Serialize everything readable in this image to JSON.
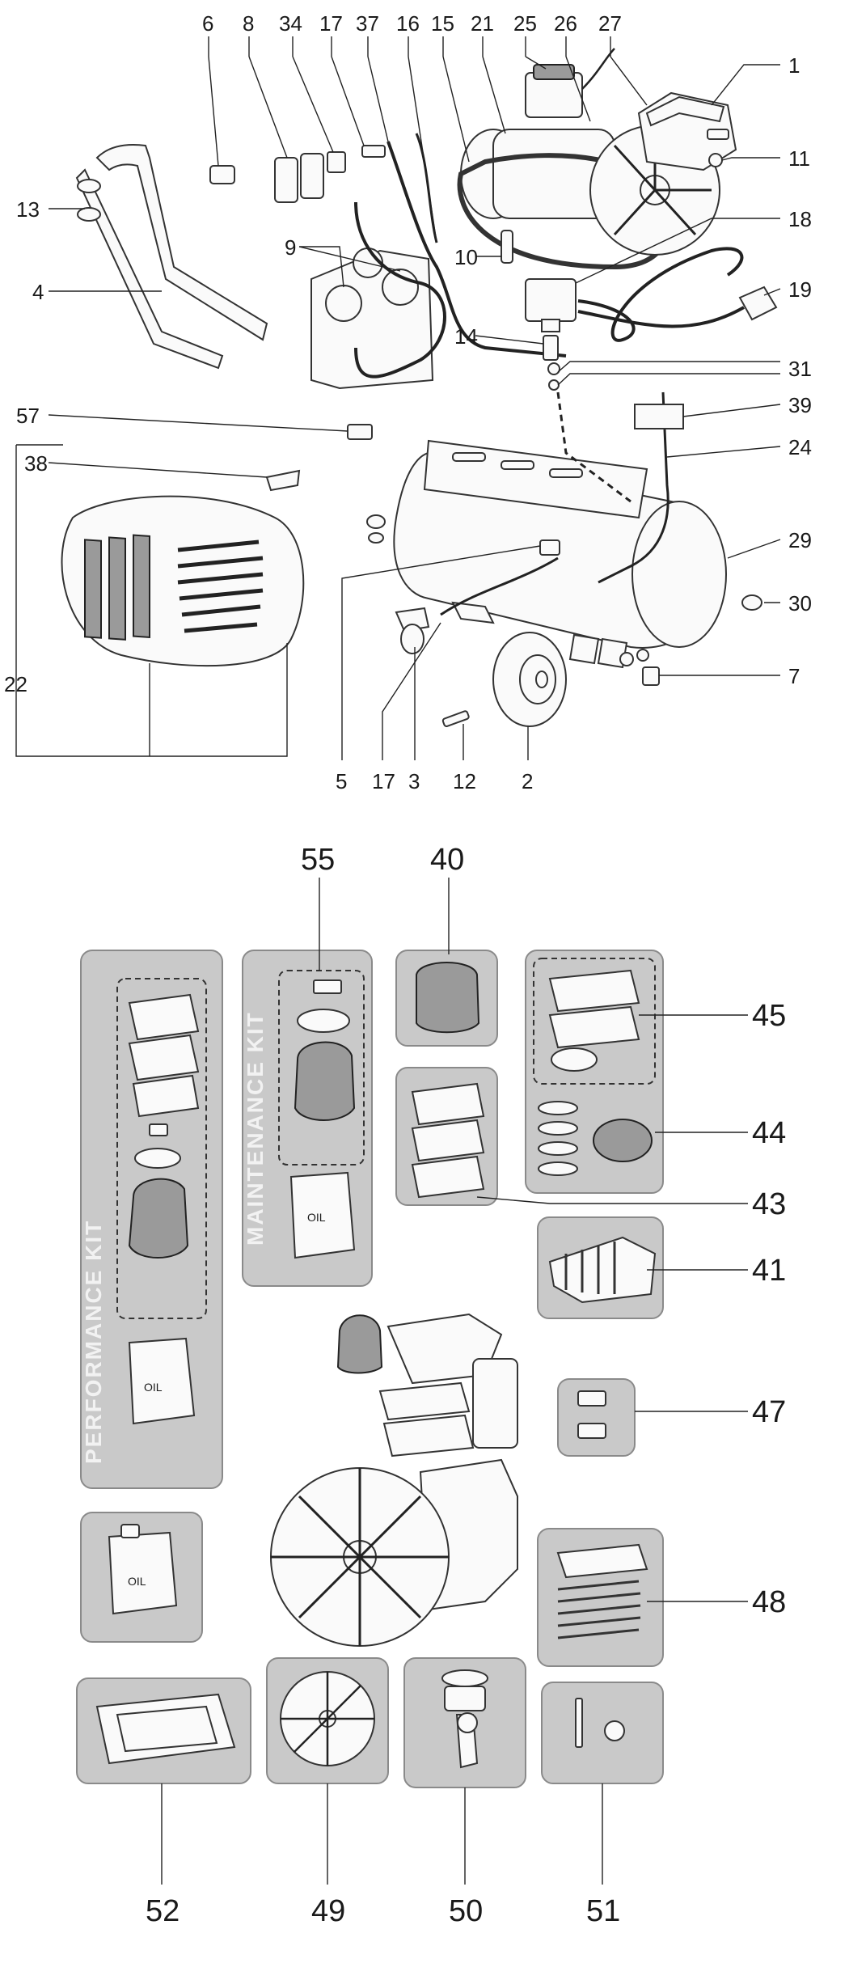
{
  "upper_callouts": {
    "top_row": [
      "6",
      "8",
      "34",
      "17",
      "37",
      "16",
      "15",
      "21",
      "25",
      "26",
      "27"
    ],
    "right_column": [
      "1",
      "11",
      "18",
      "19",
      "31",
      "39",
      "24",
      "29",
      "30",
      "7"
    ],
    "left_column": [
      "13",
      "4",
      "57",
      "38",
      "22"
    ],
    "inner": [
      "9",
      "10",
      "14"
    ],
    "bottom_row": [
      "5",
      "17",
      "3",
      "12",
      "2"
    ]
  },
  "lower_callouts": {
    "top": [
      "55",
      "40"
    ],
    "right": [
      "45",
      "44",
      "43",
      "41",
      "47",
      "48"
    ],
    "bottom": [
      "52",
      "49",
      "50",
      "51"
    ]
  },
  "kit_labels": {
    "performance": "PERFORMANCE KIT",
    "maintenance": "MAINTENANCE KIT"
  },
  "oil_label": "OIL"
}
